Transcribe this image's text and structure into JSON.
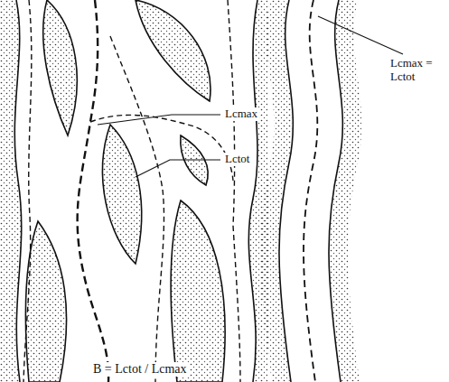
{
  "diagram": {
    "caption": "B = Lctot / Lcmax",
    "labels": [
      "Lcmax",
      "Lctot",
      "Lcmax = Lctot"
    ]
  }
}
